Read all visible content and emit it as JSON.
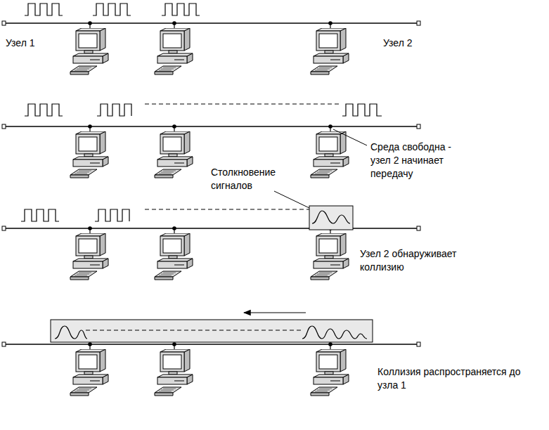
{
  "diagram": {
    "labels": [
      "Узел 1",
      "Узел 2",
      "Среда свободна - узел 2 начинает передачу",
      "Столкновение сигналов",
      "Узел 2 обнаруживает коллизию",
      "Коллизия распространяется до узла 1"
    ]
  }
}
